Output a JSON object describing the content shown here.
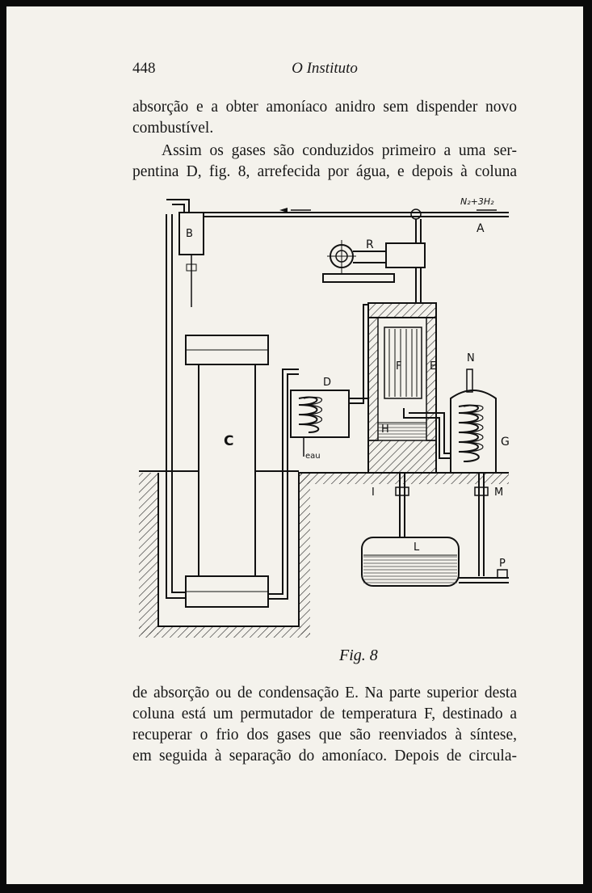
{
  "header": {
    "page_number": "448",
    "journal_title": "O Instituto"
  },
  "paragraphs": {
    "p1": [
      "absorção e a obter amoníaco anidro sem dispender novo",
      "combustível."
    ],
    "p2": [
      "Assim os gases são conduzidos primeiro a uma ser-",
      "pentina D, fig. 8, arrefecida por água, e depois à coluna"
    ],
    "p3": [
      "de absorção ou de condensação E. Na parte superior desta",
      "coluna está um permutador de temperatura F, destinado a",
      "recuperar o frio dos gases que são reenviados à síntese,",
      "em seguida à separação do amoníaco. Depois de circula-"
    ]
  },
  "figure": {
    "caption": "Fig. 8",
    "labels": {
      "gas_input": "N₂+3H₂",
      "a": "A",
      "b": "B",
      "c": "C",
      "d": "D",
      "e": "E",
      "f": "F",
      "g": "G",
      "h": "H",
      "i": "I",
      "l": "L",
      "m": "M",
      "n": "N",
      "p": "P",
      "r": "R",
      "water": "eau"
    }
  }
}
